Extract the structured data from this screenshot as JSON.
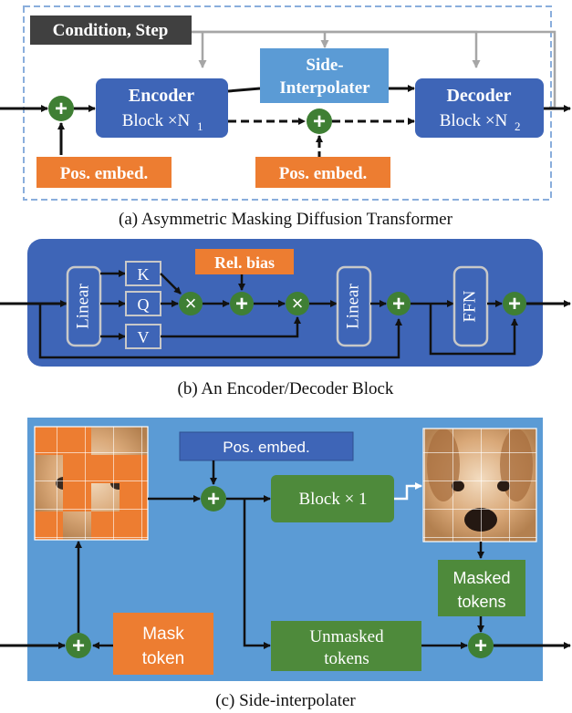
{
  "panel_a": {
    "condition_step": "Condition, Step",
    "encoder_title": "Encoder",
    "encoder_sub": "Block ×N",
    "encoder_subscript": "1",
    "side_interpolater_line1": "Side-",
    "side_interpolater_line2": "Interpolater",
    "decoder_title": "Decoder",
    "decoder_sub": "Block ×N",
    "decoder_subscript": "2",
    "pos_embed_left": "Pos. embed.",
    "pos_embed_right": "Pos. embed.",
    "caption": "(a) Asymmetric Masking Diffusion Transformer"
  },
  "panel_b": {
    "linear_1": "Linear",
    "k": "K",
    "q": "Q",
    "v": "V",
    "rel_bias": "Rel. bias",
    "linear_2": "Linear",
    "ffn": "FFN",
    "caption": "(b) An Encoder/Decoder Block"
  },
  "panel_c": {
    "pos_embed": "Pos. embed.",
    "block": "Block × 1",
    "masked_tokens_line1": "Masked",
    "masked_tokens_line2": "tokens",
    "unmasked_tokens_line1": "Unmasked",
    "unmasked_tokens_line2": "tokens",
    "mask_token_line1": "Mask",
    "mask_token_line2": "token",
    "caption": "(c) Side-interpolater"
  },
  "symbols": {
    "plus": "+",
    "times": "×"
  },
  "colors": {
    "dark_blue": "#3e65b7",
    "light_blue": "#5b9bd5",
    "orange": "#ed7d31",
    "green": "#3f7f34",
    "gray_label": "#404040"
  }
}
